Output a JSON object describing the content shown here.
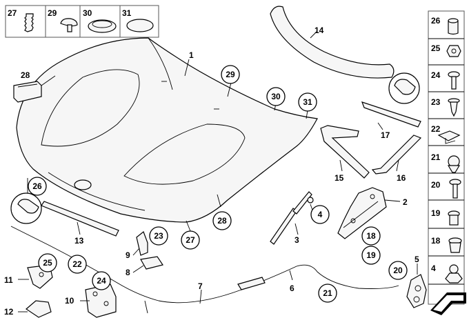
{
  "top_legend": [
    {
      "number": "27",
      "icon": "grommet-plug-icon"
    },
    {
      "number": "29",
      "icon": "mushroom-clip-icon"
    },
    {
      "number": "30",
      "icon": "round-cap-icon"
    },
    {
      "number": "31",
      "icon": "flat-disc-icon"
    }
  ],
  "side_legend": [
    {
      "number": "26",
      "icon": "cap-icon"
    },
    {
      "number": "25",
      "icon": "nut-icon"
    },
    {
      "number": "24",
      "icon": "screw-icon"
    },
    {
      "number": "23",
      "icon": "expanding-rivet-icon"
    },
    {
      "number": "22",
      "icon": "spring-clip-icon"
    },
    {
      "number": "21",
      "icon": "cable-holder-icon"
    },
    {
      "number": "20",
      "icon": "hex-bolt-icon"
    },
    {
      "number": "19",
      "icon": "collar-screw-icon"
    },
    {
      "number": "18",
      "icon": "collar-nut-icon"
    },
    {
      "number": "4",
      "icon": "ball-stud-icon"
    }
  ],
  "callouts": {
    "c1": "1",
    "c2": "2",
    "c3": "3",
    "c4": "4",
    "c5": "5",
    "c6": "6",
    "c7": "7",
    "c8": "8",
    "c9": "9",
    "c10": "10",
    "c11": "11",
    "c12": "12",
    "c13": "13",
    "c14": "14",
    "c15": "15",
    "c16": "16",
    "c17": "17",
    "c18": "18",
    "c19": "19",
    "c20": "20",
    "c21": "21",
    "c22": "22",
    "c23": "23",
    "c24": "24",
    "c25": "25",
    "c26": "26",
    "c27": "27",
    "c28": "28",
    "c29": "29",
    "c30": "30",
    "c31": "31"
  }
}
